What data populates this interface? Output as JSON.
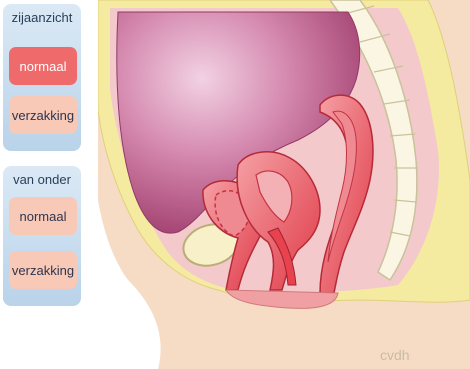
{
  "side_view": {
    "title": "zijaanzicht",
    "buttons": [
      {
        "label": "normaal",
        "active": true
      },
      {
        "label": "verzakking",
        "active": false
      }
    ]
  },
  "bottom_view": {
    "title": "van onder",
    "buttons": [
      {
        "label": "normaal",
        "active": false
      },
      {
        "label": "verzakking",
        "active": false
      }
    ]
  },
  "watermark": "cvdh",
  "colors": {
    "active_button": "#ef6b6b",
    "idle_button": "#f8c9b6",
    "panel": "#c9ddef",
    "skin": "#f6dcc4",
    "fat": "#f4eba0",
    "bladder": "#b04a7a",
    "organ": "#e8424e"
  }
}
